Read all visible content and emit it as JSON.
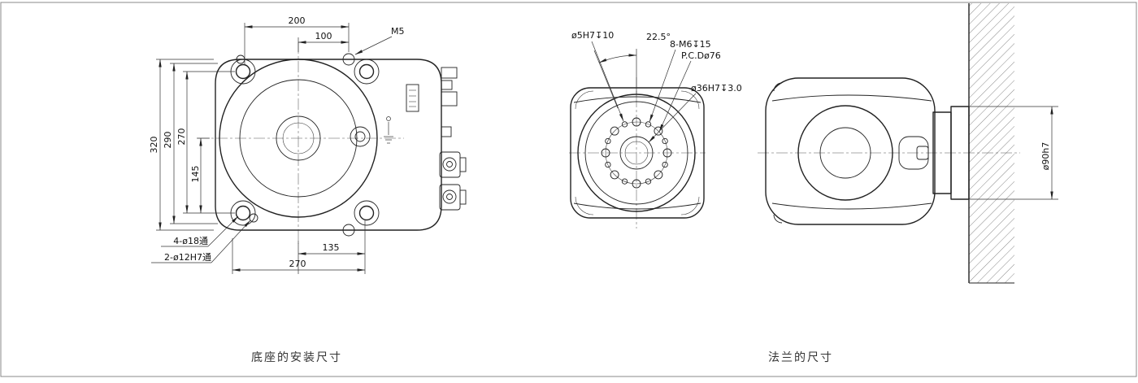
{
  "colors": {
    "ink": "#222222",
    "background": "#ffffff"
  },
  "captions": {
    "base": "底座的安装尺寸",
    "flange": "法兰的尺寸"
  },
  "base_view": {
    "dim_200": "200",
    "dim_100": "100",
    "label_m5": "M5",
    "dim_320": "320",
    "dim_290": "290",
    "dim_270_vertical": "270",
    "dim_145": "145",
    "dim_135": "135",
    "dim_270_horizontal": "270",
    "label_holes_a": "4-ø18通",
    "label_holes_b": "2-ø12H7通"
  },
  "flange_view": {
    "label_pin_hole": "ø5H7↧10",
    "dim_angle": "22.5°",
    "label_bolt_holes": "8-M6↧15",
    "label_pitch_circle": "P.C.Dø76",
    "label_center_bore": "ø36H7↧3.0"
  },
  "side_view": {
    "dim_flange_diameter": "ø90h7"
  }
}
